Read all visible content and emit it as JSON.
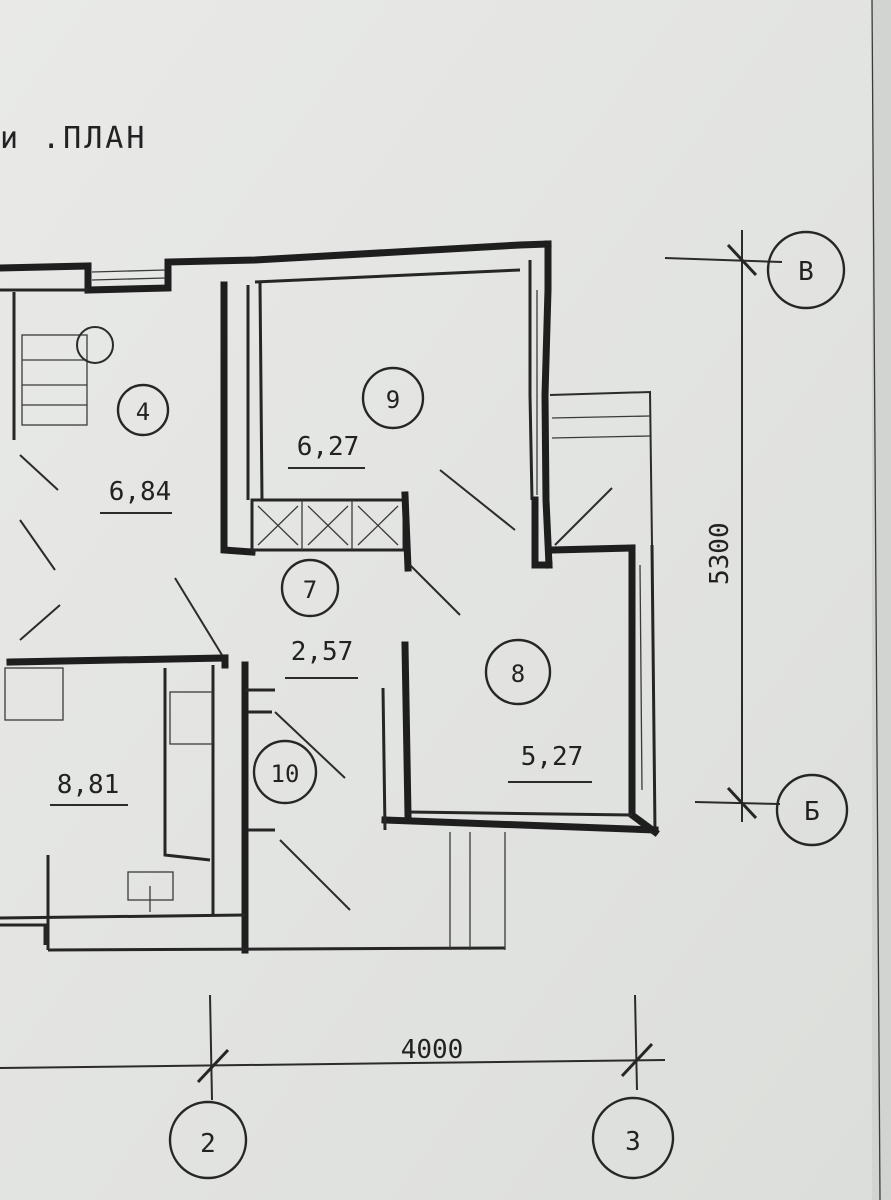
{
  "title": "и  .ПЛАН",
  "rooms": [
    {
      "number": "4",
      "area": "6,84"
    },
    {
      "number": "9",
      "area": "6,27"
    },
    {
      "number": "7",
      "area": "2,57"
    },
    {
      "number": "8",
      "area": "5,27"
    },
    {
      "number": "10",
      "area": ""
    },
    {
      "number": "",
      "area": "8,81"
    }
  ],
  "axes": {
    "right_top": "В",
    "right_bottom": "Б",
    "bottom_left": "2",
    "bottom_right": "3"
  },
  "dimensions": {
    "vertical": "5300",
    "horizontal": "4000"
  }
}
